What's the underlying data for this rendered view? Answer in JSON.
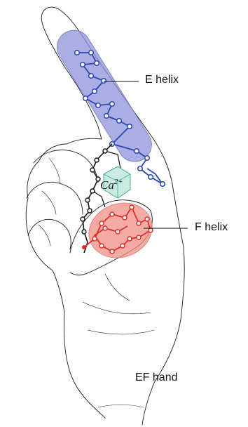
{
  "labels": {
    "e_helix": "E helix",
    "f_helix": "F helix",
    "ion_symbol": "Ca",
    "ion_charge": "2+",
    "caption": "EF hand"
  },
  "colors": {
    "e_helix_fill": "#8d93d8",
    "e_helix_stroke": "#2a46b6",
    "f_helix_fill": "#f08f86",
    "f_helix_stroke": "#e02a23",
    "loop_stroke": "#111111",
    "calcium_fill": "#bfe6dc",
    "calcium_stroke": "#4aa894",
    "outline": "#1a1a1a"
  }
}
